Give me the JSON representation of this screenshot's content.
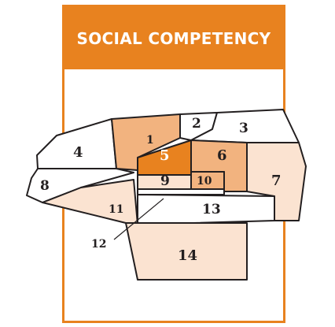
{
  "title": "SOCIAL COMPETENCY",
  "colors": {
    "accent": "#e8821f",
    "level_dark": "#e8821f",
    "level_mid": "#f2b37f",
    "level_light": "#fbe3d1",
    "level_none": "#ffffff",
    "outline": "#231f20"
  },
  "regions": [
    {
      "id": "1",
      "label": "1",
      "level": "mid"
    },
    {
      "id": "2",
      "label": "2",
      "level": "none"
    },
    {
      "id": "3",
      "label": "3",
      "level": "none"
    },
    {
      "id": "4",
      "label": "4",
      "level": "none"
    },
    {
      "id": "5",
      "label": "5",
      "level": "dark"
    },
    {
      "id": "6",
      "label": "6",
      "level": "mid"
    },
    {
      "id": "7",
      "label": "7",
      "level": "light"
    },
    {
      "id": "8",
      "label": "8",
      "level": "none"
    },
    {
      "id": "9",
      "label": "9",
      "level": "light"
    },
    {
      "id": "10",
      "label": "10",
      "level": "mid"
    },
    {
      "id": "11",
      "label": "11",
      "level": "light"
    },
    {
      "id": "12",
      "label": "12",
      "level": "none"
    },
    {
      "id": "13",
      "label": "13",
      "level": "none"
    },
    {
      "id": "14",
      "label": "14",
      "level": "light"
    }
  ]
}
